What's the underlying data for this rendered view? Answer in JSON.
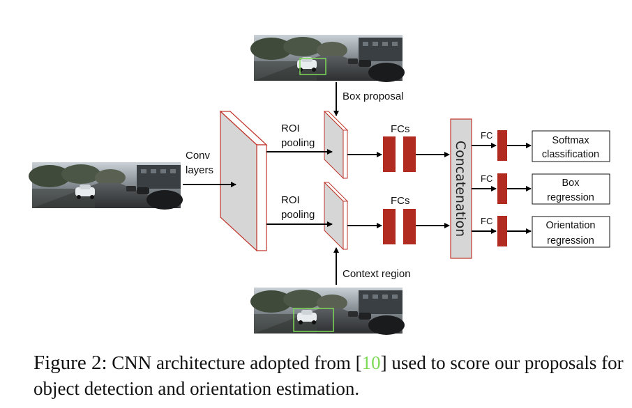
{
  "diagram": {
    "labels": {
      "box_proposal": "Box proposal",
      "context_region": "Context region",
      "conv_line1": "Conv",
      "conv_line2": "layers",
      "roi_top_line1": "ROI",
      "roi_top_line2": "pooling",
      "roi_bottom_line1": "ROI",
      "roi_bottom_line2": "pooling",
      "fcs_top": "FCs",
      "fcs_bottom": "FCs",
      "concatenation": "Concatenation",
      "fc_1": "FC",
      "fc_2": "FC",
      "fc_3": "FC"
    },
    "outputs": [
      {
        "line1": "Softmax",
        "line2": "classification"
      },
      {
        "line1": "Box",
        "line2": "regression"
      },
      {
        "line1": "Orientation",
        "line2": "regression"
      }
    ],
    "colors": {
      "fc_block": "#b22b20",
      "layer_fill": "#d6d6d6",
      "layer_border": "#c0362c",
      "proposal_box": "#7ed957",
      "reference": "#7ed957"
    }
  },
  "caption": {
    "prefix": "Figure 2:",
    "text_before_ref": " CNN architecture adopted from [",
    "ref": "10",
    "text_after_ref": "] used to score our proposals for object detection and orientation estimation."
  }
}
